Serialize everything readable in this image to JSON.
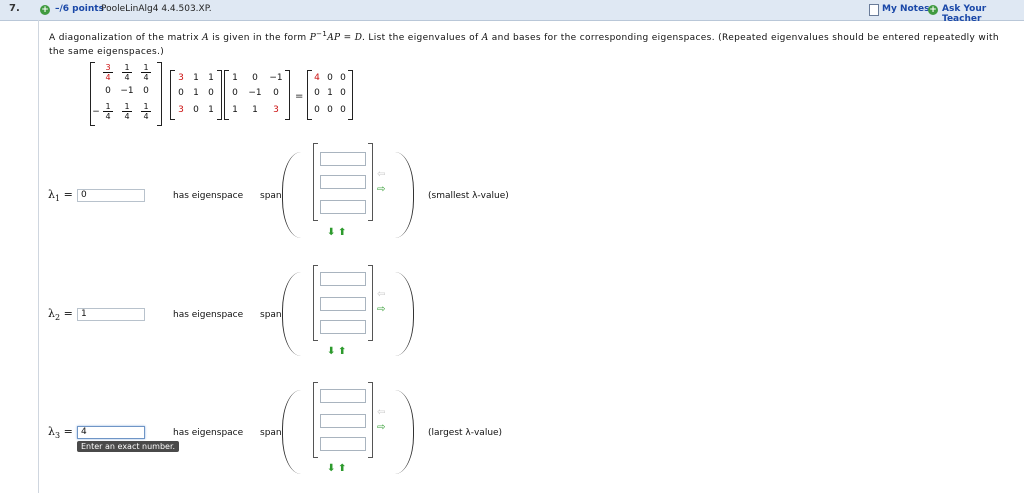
{
  "header": {
    "number": "7.",
    "points": "–/6 points",
    "source": "PooleLinAlg4 4.4.503.XP.",
    "my_notes": "My Notes",
    "ask_teacher": "Ask Your Teacher"
  },
  "question": {
    "pre": "A diagonalization of the matrix ",
    "A1": "A",
    "mid1": " is given in the form ",
    "formula": "P",
    "sup": "−1",
    "formula2": "AP = D.",
    "mid2": " List the eigenvalues of ",
    "A2": "A",
    "post": " and bases for the corresponding eigenspaces. (Repeated eigenvalues should be entered repeatedly with the same eigenspaces.)"
  },
  "matrices": {
    "Pinv": {
      "row1": [
        {
          "n": "3",
          "d": "4",
          "red": true
        },
        {
          "n": "1",
          "d": "4",
          "red": false
        },
        {
          "n": "1",
          "d": "4",
          "red": false
        }
      ],
      "row2": [
        "0",
        "−1",
        "0"
      ],
      "row3_sign": "−",
      "row3": [
        {
          "n": "1",
          "d": "4",
          "red": false
        },
        {
          "n": "1",
          "d": "4",
          "red": false
        },
        {
          "n": "1",
          "d": "4",
          "red": false
        }
      ]
    },
    "A": [
      [
        "3",
        "1",
        "1"
      ],
      [
        "0",
        "1",
        "0"
      ],
      [
        "3",
        "0",
        "1"
      ]
    ],
    "P": [
      [
        "1",
        "0",
        "−1"
      ],
      [
        "0",
        "−1",
        "0"
      ],
      [
        "1",
        "1",
        "3"
      ]
    ],
    "equals": "=",
    "D": [
      [
        "4",
        "0",
        "0"
      ],
      [
        "0",
        "1",
        "0"
      ],
      [
        "0",
        "0",
        "0"
      ]
    ]
  },
  "rows": [
    {
      "label": "λ",
      "sub": "1",
      "eq": "=",
      "value": "0",
      "has": "has eigenspace",
      "span": "span",
      "note": "(smallest λ-value)"
    },
    {
      "label": "λ",
      "sub": "2",
      "eq": "=",
      "value": "1",
      "has": "has eigenspace",
      "span": "span",
      "note": ""
    },
    {
      "label": "λ",
      "sub": "3",
      "eq": "=",
      "value": "4",
      "has": "has eigenspace",
      "span": "span",
      "note": "(largest λ-value)"
    }
  ],
  "tooltip": "Enter an exact number.",
  "icons": {
    "arrow_left": "⇦",
    "arrow_right": "⇨",
    "arrow_down": "⬇",
    "arrow_up": "⬆",
    "plus": "+"
  }
}
